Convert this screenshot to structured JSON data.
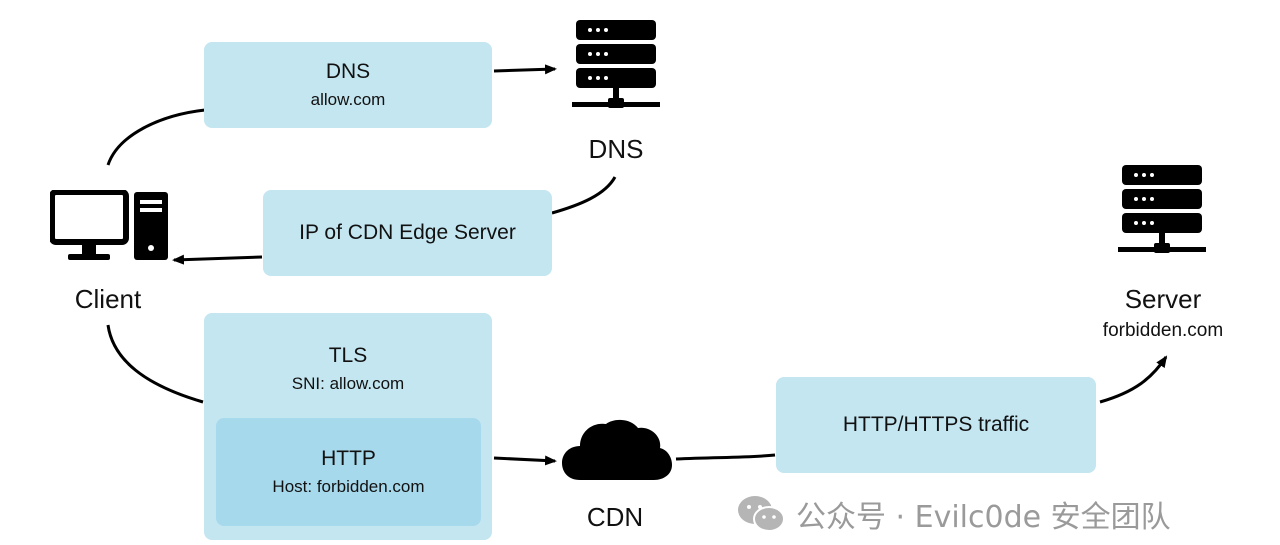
{
  "dns_query": {
    "title": "DNS",
    "sub": "allow.com"
  },
  "dns_response": {
    "title": "IP of CDN Edge Server"
  },
  "tls_box": {
    "title": "TLS",
    "sub": "SNI: allow.com"
  },
  "http_box": {
    "title": "HTTP",
    "sub": "Host: forbidden.com"
  },
  "traffic_box": {
    "title": "HTTP/HTTPS traffic"
  },
  "nodes": {
    "dns": {
      "label": "DNS",
      "icon": "server-rack-icon"
    },
    "client": {
      "label": "Client",
      "icon": "desktop-computer-icon"
    },
    "server": {
      "label": "Server",
      "sub": "forbidden.com",
      "icon": "server-rack-icon"
    },
    "cdn": {
      "label": "CDN",
      "icon": "cloud-icon"
    }
  },
  "watermark": {
    "text": "公众号 · Evilc0de 安全团队",
    "icon": "wechat-icon"
  },
  "colors": {
    "box": "#c4e6f1",
    "inner_box": "#a7d9ec",
    "ink": "#000000"
  }
}
